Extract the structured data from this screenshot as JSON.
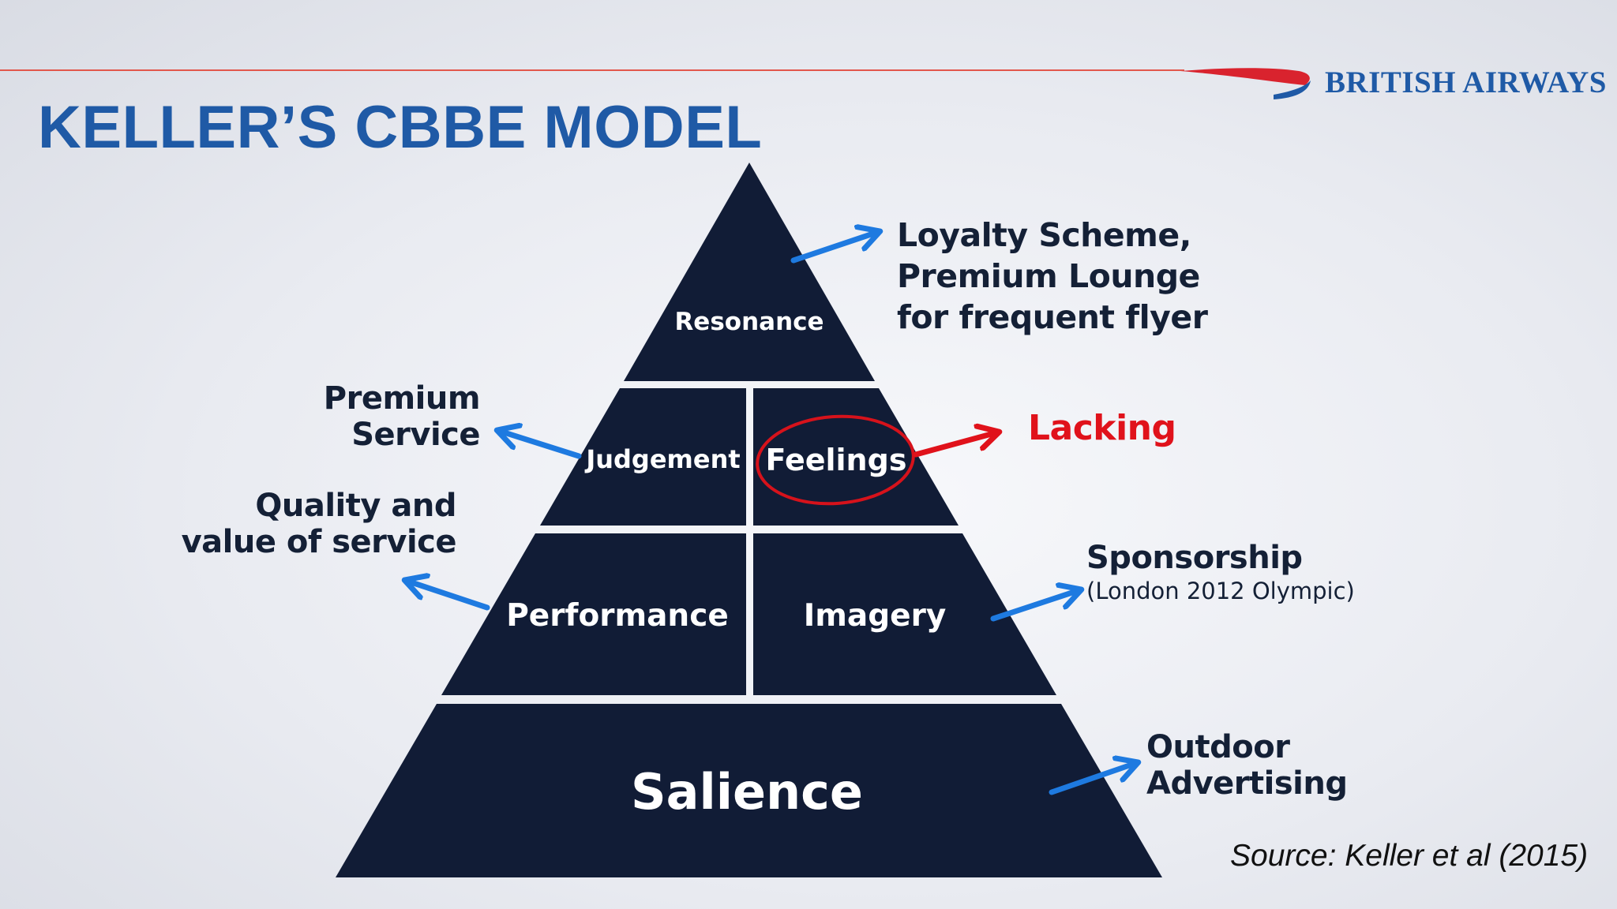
{
  "header": {
    "title": "KELLER’S CBBE MODEL",
    "brand": "BRITISH AIRWAYS",
    "colors": {
      "title": "#1f5aa6",
      "rule": "#e2574c",
      "brand_red": "#d9232e",
      "brand_blue": "#1f5aa6"
    }
  },
  "pyramid": {
    "fill": "#111c36",
    "blocks": {
      "resonance": "Resonance",
      "judgement": "Judgement",
      "feelings": "Feelings",
      "performance": "Performance",
      "imagery": "Imagery",
      "salience": "Salience"
    },
    "highlight": "feelings",
    "highlight_color": "#d6121b"
  },
  "annotations": {
    "resonance": [
      "Loyalty Scheme,",
      "Premium Lounge",
      "for frequent flyer"
    ],
    "judgement": [
      "Premium",
      "Service"
    ],
    "performance": [
      "Quality and",
      "value of service"
    ],
    "feelings": "Lacking",
    "imagery": {
      "main": "Sponsorship",
      "sub": "(London 2012 Olympic)"
    },
    "salience": [
      "Outdoor",
      "Advertising"
    ],
    "arrow_color": "#1e7ae0",
    "alert_color": "#e0121b"
  },
  "source": "Source: Keller et al (2015)"
}
